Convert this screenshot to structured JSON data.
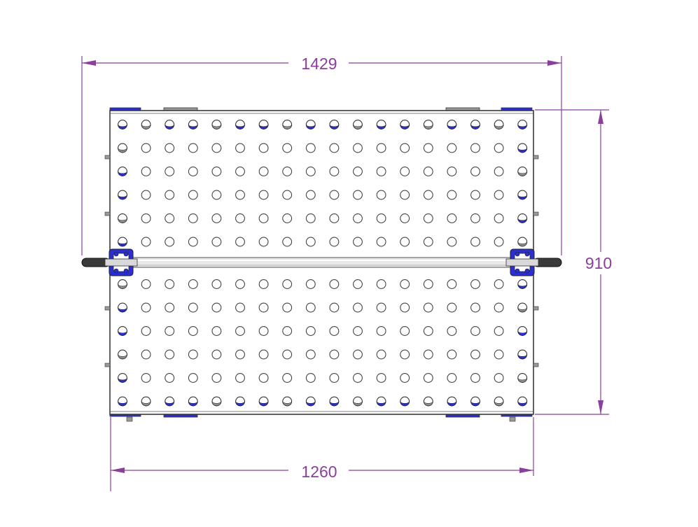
{
  "drawing": {
    "type": "top-view technical drawing",
    "dimensions": {
      "overall_width_with_handle": "1429",
      "overall_depth": "910",
      "plate_width": "1260"
    },
    "grid": {
      "columns": 18,
      "upper_rows": 6,
      "lower_rows": 6
    },
    "colors": {
      "dimension": "#8a3f9c",
      "accent": "#2b2fd0",
      "outline": "#3a3a3a"
    }
  }
}
